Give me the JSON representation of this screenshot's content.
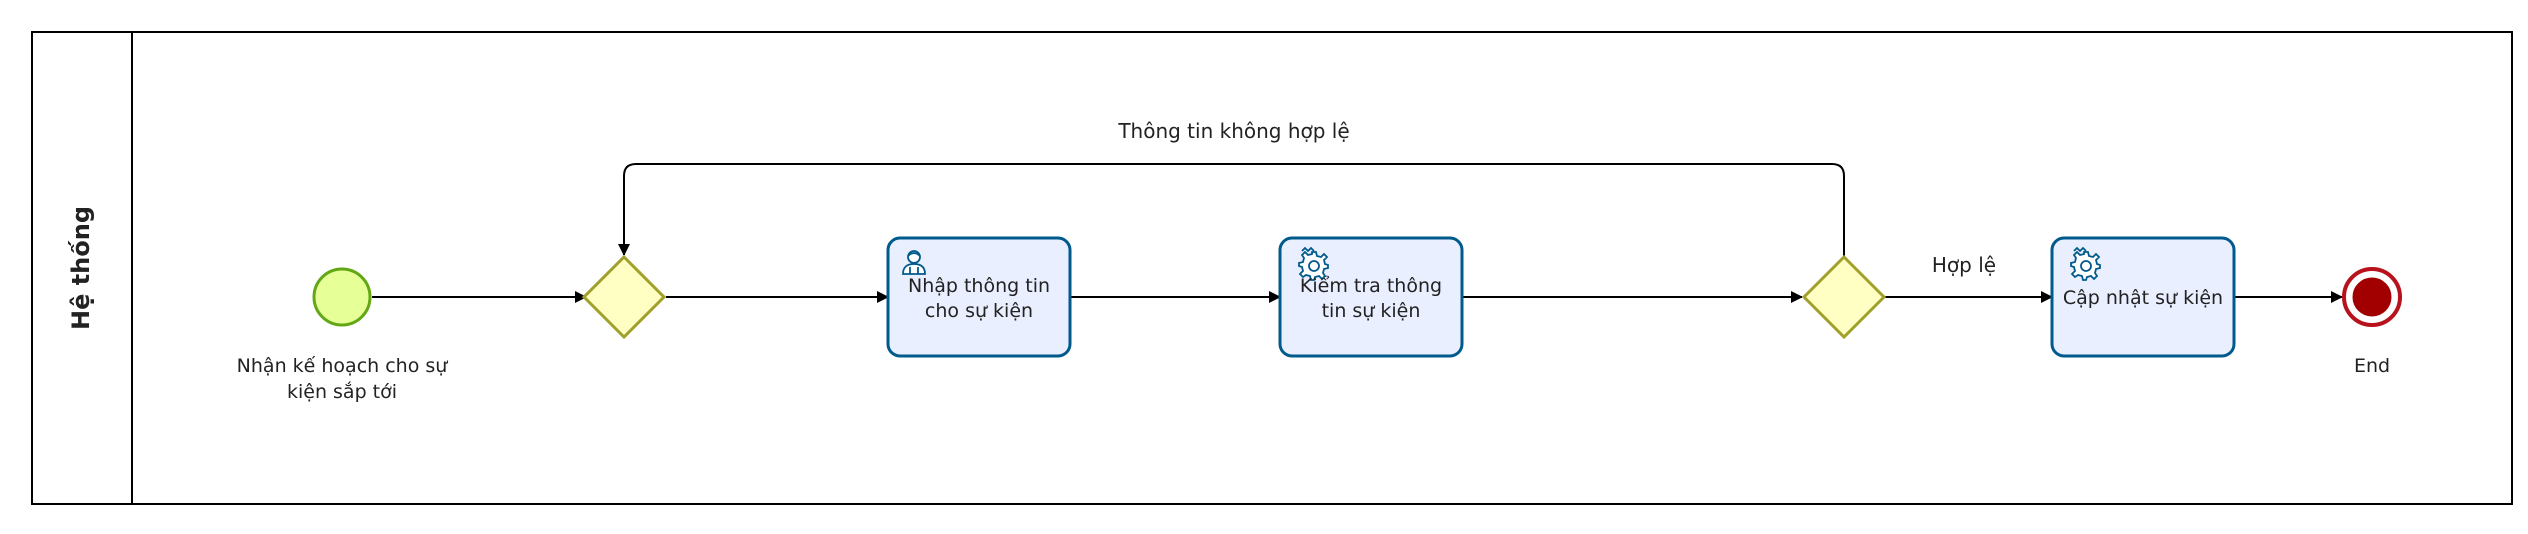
{
  "lane": {
    "title": "Hệ thống"
  },
  "start_event": {
    "label_line1": "Nhận kế hoạch cho sự",
    "label_line2": "kiện sắp tới"
  },
  "task_input": {
    "icon": "user-icon",
    "label_line1": "Nhập thông tin",
    "label_line2": "cho sự kiện"
  },
  "task_check": {
    "icon": "gear-icon",
    "label_line1": "Kiểm tra thông",
    "label_line2": "tin sự kiện"
  },
  "task_update": {
    "icon": "gear-icon",
    "label": "Cập nhật sự kiện"
  },
  "end_event": {
    "label": "End"
  },
  "flows": {
    "invalid_label": "Thông tin không hợp lệ",
    "valid_label": "Hợp lệ"
  },
  "colors": {
    "start_fill": "#e6ff97",
    "start_stroke": "#62a716",
    "gateway_fill": "#ffffc4",
    "gateway_stroke": "#a0a02a",
    "task_fill": "#eaefff",
    "task_stroke": "#005a8c",
    "end_fill": "#a20000",
    "end_ring_fill": "#ffffff",
    "end_stroke": "#b8131c",
    "line": "#000000"
  }
}
